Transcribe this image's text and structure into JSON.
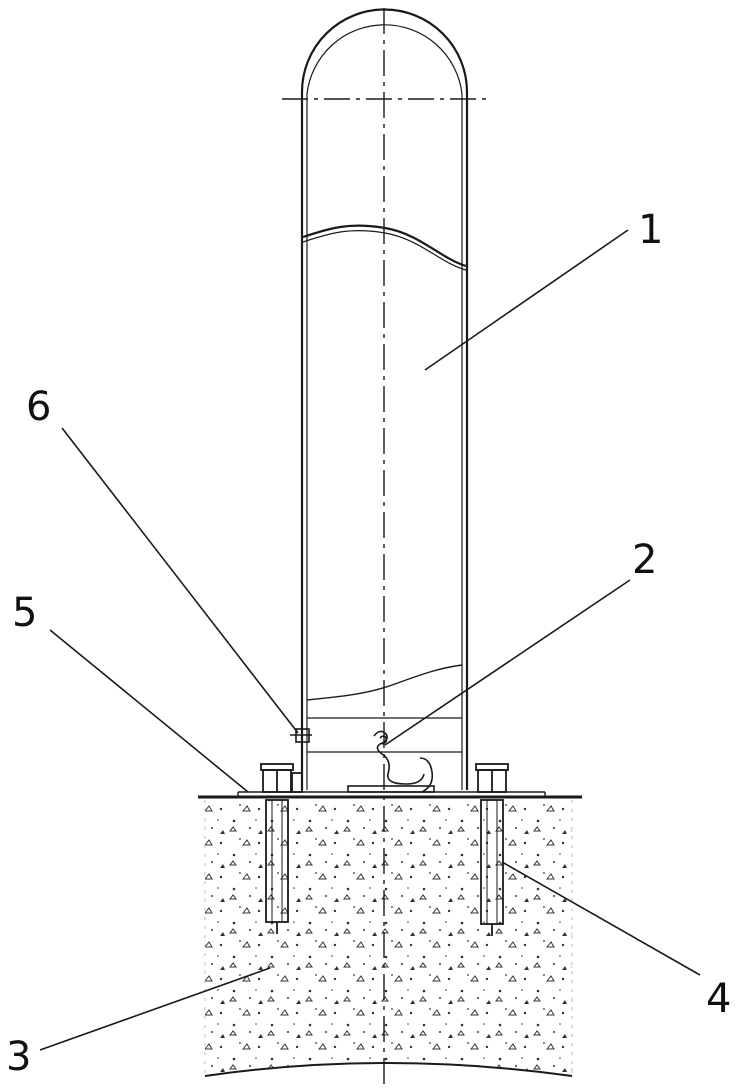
{
  "colors": {
    "line": "#1a1a1a",
    "background": "#ffffff"
  },
  "callouts": [
    {
      "id": "pipe-body",
      "label": "1"
    },
    {
      "id": "hook",
      "label": "2"
    },
    {
      "id": "concrete-base",
      "label": "3"
    },
    {
      "id": "anchor-bolt",
      "label": "4"
    },
    {
      "id": "base-plate",
      "label": "5"
    },
    {
      "id": "side-screw",
      "label": "6"
    }
  ]
}
